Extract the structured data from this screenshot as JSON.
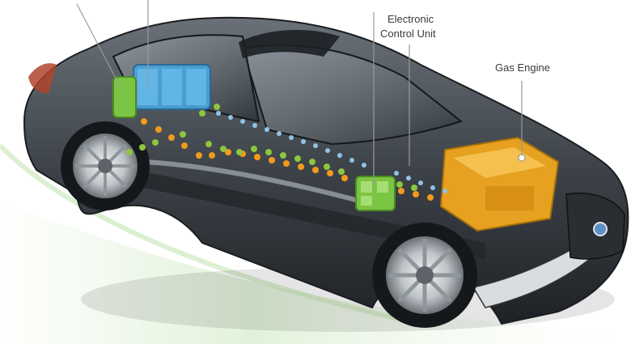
{
  "callouts": {
    "ecu_line1": "Electronic",
    "ecu_line2": "Control Unit",
    "engine": "Gas Engine"
  },
  "colors": {
    "callout_line": "#9a9a9a",
    "battery_blue": "#4aa3d8",
    "ecu_green": "#7cc443",
    "engine_orange": "#e5a11f",
    "flow_orange": "#f29a1d",
    "flow_green": "#8dc63f",
    "flow_blue": "#8fc4ea",
    "body_dark": "#3c4248",
    "glass": "#202529"
  },
  "icons": {
    "car": "car-cutaway-illustration",
    "wheel": "wheel-icon",
    "logo": "lexus-badge-icon"
  }
}
